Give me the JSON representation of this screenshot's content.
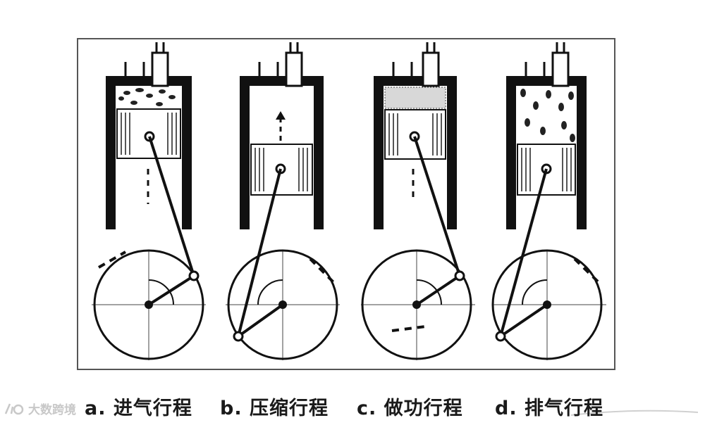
{
  "diagram": {
    "strokes": [
      {
        "label": "a. 进气行程"
      },
      {
        "label": "b. 压缩行程"
      },
      {
        "label": "c. 做功行程"
      },
      {
        "label": "d. 排气行程"
      }
    ],
    "watermark": "大数跨境",
    "colors": {
      "ink": "#111111",
      "frame": "#555555",
      "wheel_fill": "#ffffff"
    }
  }
}
